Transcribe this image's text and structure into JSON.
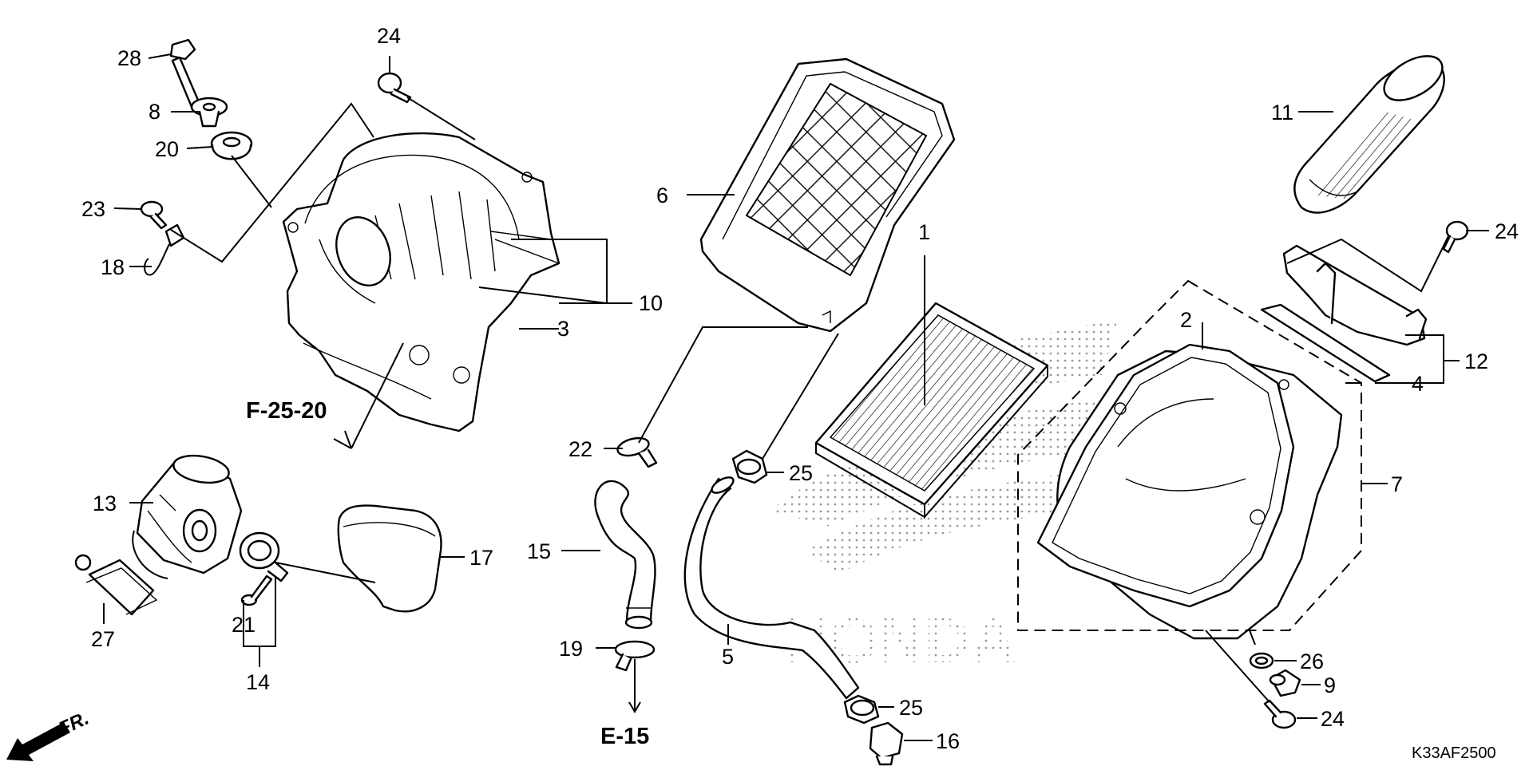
{
  "diagram": {
    "references": {
      "ref_f": "F-25-20",
      "ref_e": "E-15"
    },
    "direction_label": "FR.",
    "diagram_code": "K33AF2500",
    "watermark": "HONDA",
    "callouts": {
      "c1": "1",
      "c2": "2",
      "c3": "3",
      "c4": "4",
      "c5": "5",
      "c6": "6",
      "c7": "7",
      "c8": "8",
      "c9": "9",
      "c10": "10",
      "c11": "11",
      "c12": "12",
      "c13": "13",
      "c14": "14",
      "c15": "15",
      "c16": "16",
      "c17": "17",
      "c18": "18",
      "c19": "19",
      "c20": "20",
      "c21": "21",
      "c22": "22",
      "c23": "23",
      "c24a": "24",
      "c24b": "24",
      "c24c": "24",
      "c25a": "25",
      "c25b": "25",
      "c26": "26",
      "c27": "27",
      "c28": "28"
    }
  }
}
